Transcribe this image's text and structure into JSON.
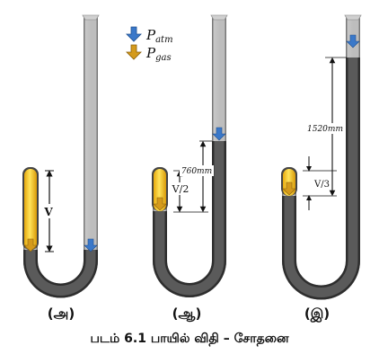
{
  "legend": {
    "atm_symbol": "P",
    "atm_subscript": "atm",
    "gas_symbol": "P",
    "gas_subscript": "gas",
    "atm_color": "#3a78c9",
    "gas_color": "#d49a1c"
  },
  "tube_a": {
    "label": "(அ)",
    "volume_label": "V"
  },
  "tube_b": {
    "label": "(ஆ)",
    "height_label": "760mm",
    "volume_label": "V/2"
  },
  "tube_c": {
    "label": "(இ)",
    "height_label": "1520mm",
    "volume_label": "V/3"
  },
  "caption": "படம் 6.1 பாயில் விதி – சோதனை",
  "colors": {
    "mercury": "#4d4d4d",
    "gas": "#f2c21a",
    "glass": "#e6e6e6"
  }
}
